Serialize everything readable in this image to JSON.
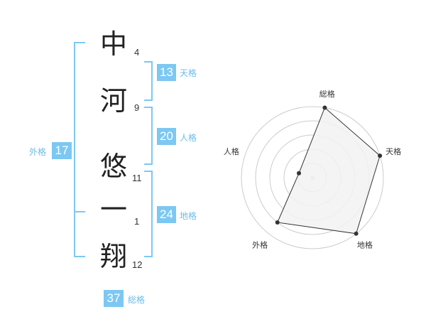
{
  "name": {
    "chars": [
      {
        "char": "中",
        "strokes": "4"
      },
      {
        "char": "河",
        "strokes": "9"
      },
      {
        "char": "悠",
        "strokes": "11"
      },
      {
        "char": "一",
        "strokes": "1"
      },
      {
        "char": "翔",
        "strokes": "12"
      }
    ]
  },
  "fortunes": {
    "tenkaku": {
      "value": "13",
      "label": "天格"
    },
    "jinkaku": {
      "value": "20",
      "label": "人格"
    },
    "chikaku": {
      "value": "24",
      "label": "地格"
    },
    "gaikaku": {
      "value": "17",
      "label": "外格"
    },
    "soukaku": {
      "value": "37",
      "label": "総格"
    }
  },
  "colors": {
    "accent": "#7cc8f2",
    "grid": "#cccccc",
    "polygon_fill": "#f2f2f2",
    "polygon_stroke": "#333333"
  },
  "chart_data": {
    "type": "radar",
    "axes": [
      "総格",
      "天格",
      "地格",
      "外格",
      "人格"
    ],
    "values": [
      5,
      5,
      5,
      4,
      1
    ],
    "rmax": 5,
    "rings": 5
  }
}
